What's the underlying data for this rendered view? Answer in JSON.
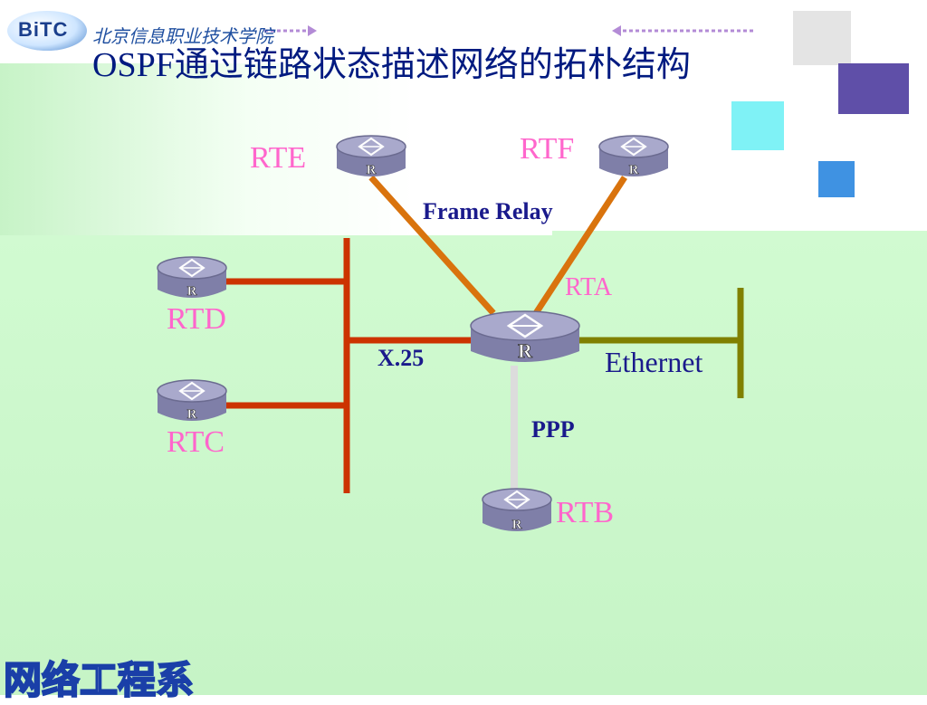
{
  "header": {
    "logo_text": "BiTC",
    "logo_subtitle": "北京信息职业技术学院",
    "title": "OSPF通过链路状态描述网络的拓朴结构"
  },
  "routers": {
    "rte": "RTE",
    "rtf": "RTF",
    "rta": "RTA",
    "rtd": "RTD",
    "rtc": "RTC",
    "rtb": "RTB",
    "icon_letter": "R"
  },
  "links": {
    "frame_relay": "Frame Relay",
    "x25": "X.25",
    "ethernet": "Ethernet",
    "ppp": "PPP"
  },
  "footer": {
    "badge": "网络工程系"
  },
  "colors": {
    "frame_relay": "#d9730d",
    "x25": "#cc3300",
    "ethernet": "#808000",
    "ppp": "#dcdcdc",
    "router_body": "#8f8fb3",
    "label_pink": "#ff66cc",
    "label_navy": "#1a1a8c"
  }
}
